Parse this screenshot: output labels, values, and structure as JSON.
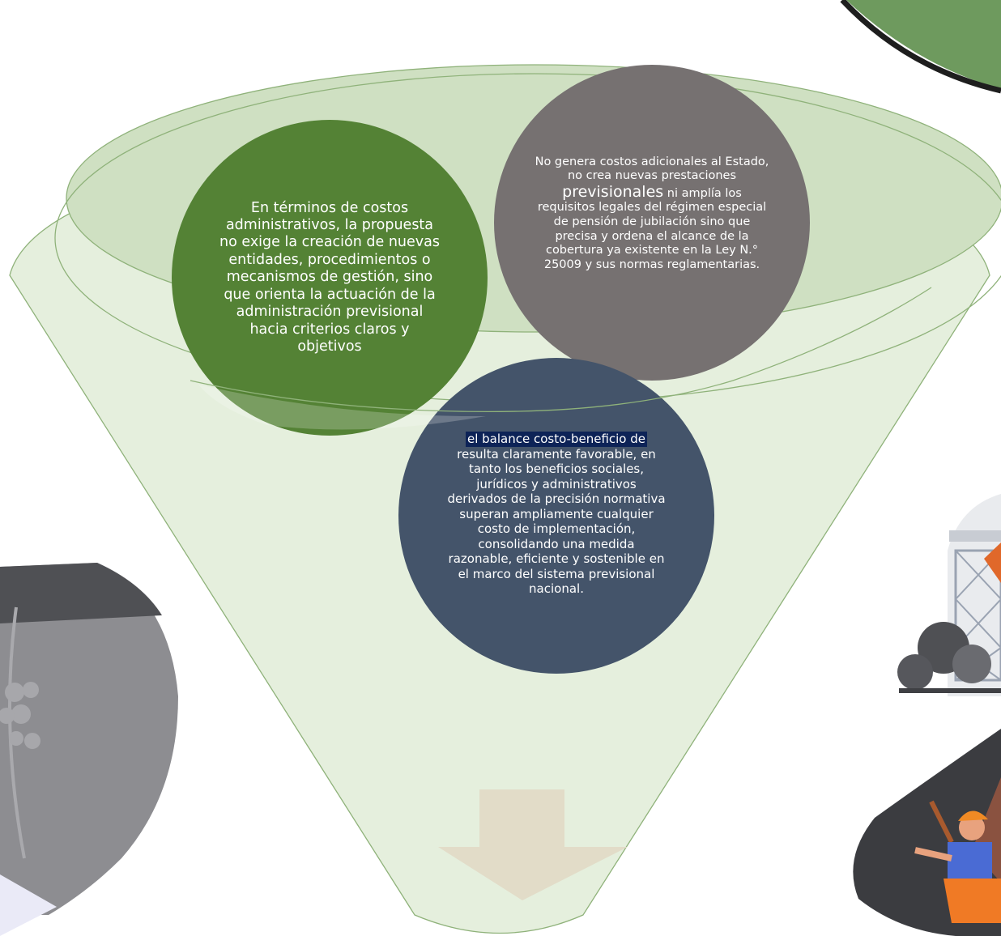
{
  "funnel": {
    "fill_color": "#dce9d1",
    "stroke_color": "#8fb27a"
  },
  "stages": [
    {
      "name": "costos-administrativos",
      "color": "#548235",
      "text": "En términos de costos administrativos, la propuesta no exige la creación de nuevas entidades, procedimientos o mecanismos de gestión, sino que orienta la actuación de la administración previsional hacia criterios claros y objetivos"
    },
    {
      "name": "sin-costos-adicionales",
      "color": "#767171",
      "text_before": "No genera costos adicionales al Estado, no crea nuevas prestaciones ",
      "text_emphasis": "previsionales",
      "text_after": " ni amplía los requisitos legales del régimen especial de pensión de jubilación sino que precisa y ordena el alcance de la cobertura ya existente en la Ley N.° 25009 y sus normas reglamentarias."
    },
    {
      "name": "balance-costo-beneficio",
      "color": "#44546a",
      "text_first_line": "el balance costo-beneficio de",
      "text_rest": " resulta claramente favorable, en tanto los beneficios sociales, jurídicos y administrativos derivados de la precisión normativa superan ampliamente cualquier costo de implementación, consolidando una medida razonable, eficiente y sostenible en el marco del sistema previsional nacional."
    }
  ],
  "result_arrow": {
    "color": "#e2dcc8"
  },
  "decoration_icons": [
    "pipe-icon",
    "miner-icon",
    "mine-cart-icon"
  ]
}
